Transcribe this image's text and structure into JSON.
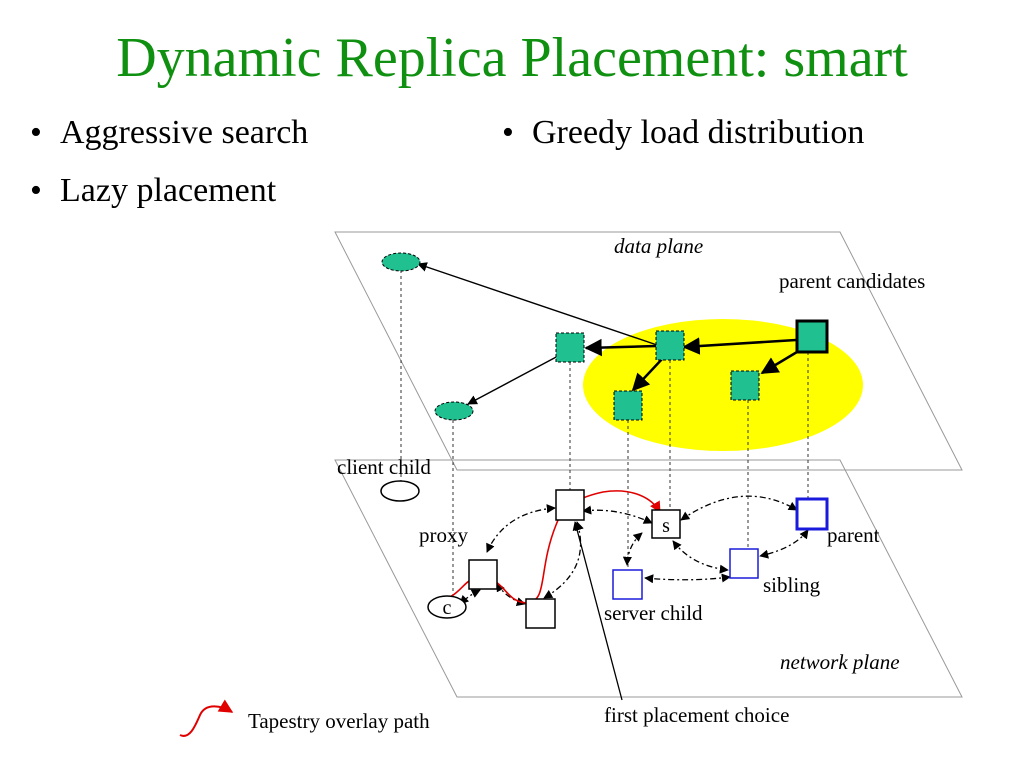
{
  "slide": {
    "title": "Dynamic Replica Placement: smart",
    "bullets_left": [
      "Aggressive search",
      "Lazy placement"
    ],
    "bullets_right": [
      "Greedy load distribution"
    ],
    "bullet_symbol": "•"
  },
  "diagram": {
    "data_plane_label": "data plane",
    "network_plane_label": "network plane",
    "parent_candidates_label": "parent candidates",
    "client_child_label": "client child",
    "proxy_label": "proxy",
    "server_node_label": "s",
    "client_node_label": "c",
    "parent_label": "parent",
    "sibling_label": "sibling",
    "server_child_label": "server child",
    "first_placement_label": "first placement choice",
    "legend_label": "Tapestry overlay path"
  },
  "colors": {
    "title": "#109010",
    "teal_node": "#20c090",
    "highlight": "#ffff00",
    "blue_node": "#1a1adc",
    "overlay_path": "#e00000"
  }
}
